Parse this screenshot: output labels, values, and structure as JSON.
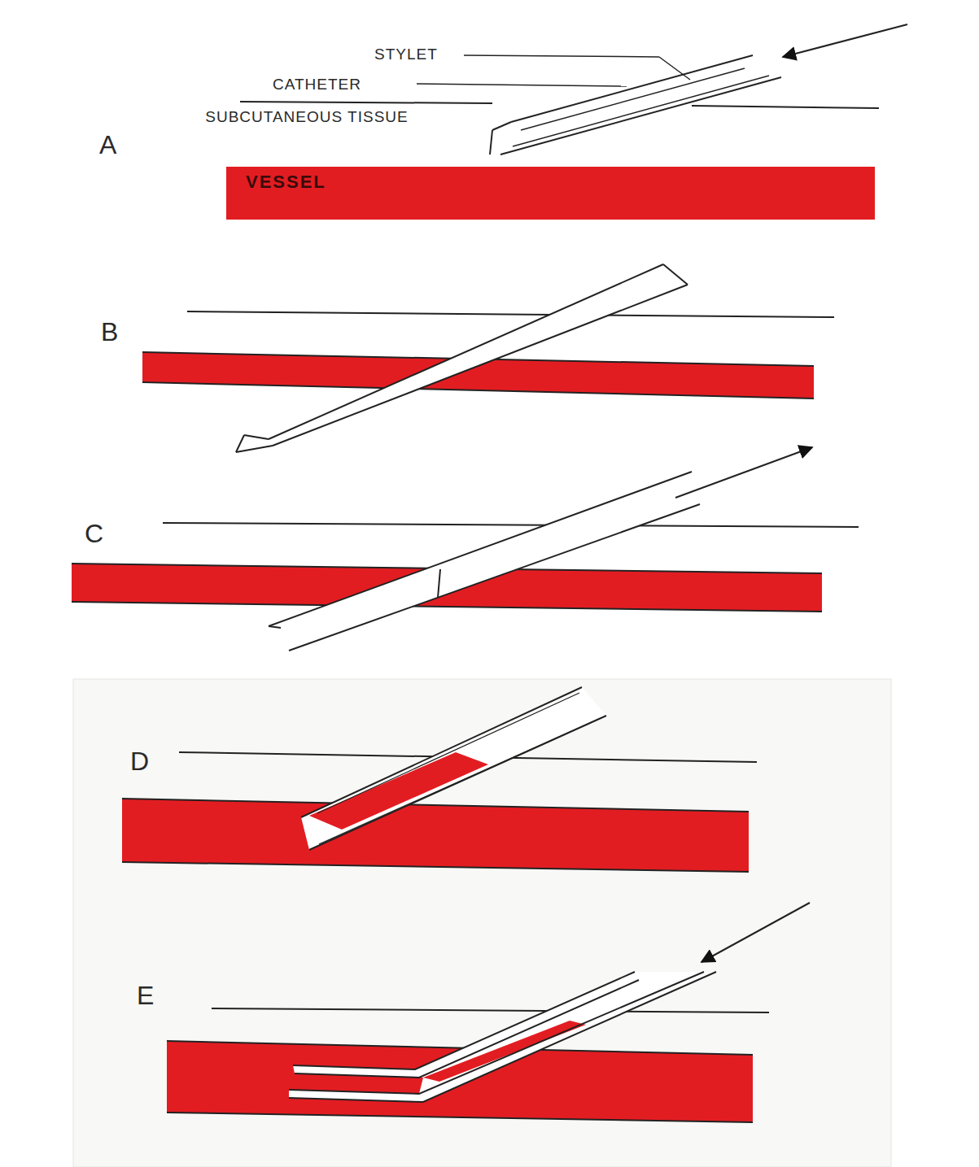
{
  "diagram": {
    "nodes": [
      {
        "text": [
          "VESSEL"
        ]
      }
    ],
    "labels": [
      "STYLET",
      "CATHETER",
      "SUBCUTANEOUS TISSUE",
      "A",
      "B",
      "C",
      "D",
      "E"
    ]
  }
}
